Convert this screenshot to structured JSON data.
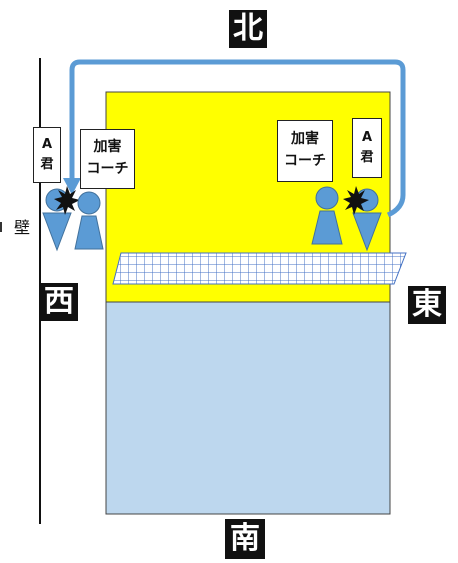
{
  "directions": {
    "north": "北",
    "south": "南",
    "east": "東",
    "west": "西"
  },
  "wall_label": "壁",
  "people": {
    "victim_west": {
      "line1": "A",
      "line2": "君"
    },
    "coach_west": {
      "line1": "加害",
      "line2": "コーチ"
    },
    "coach_east": {
      "line1": "加害",
      "line2": "コーチ"
    },
    "victim_east": {
      "line1": "A",
      "line2": "君"
    }
  },
  "colors": {
    "north_court": "#ffff00",
    "south_court": "#bdd7ee",
    "figure": "#5b9bd5",
    "arrow": "#5b9bd5",
    "net_grid": "#4472c4",
    "impact": "#111111",
    "compass_bg": "#111111"
  }
}
